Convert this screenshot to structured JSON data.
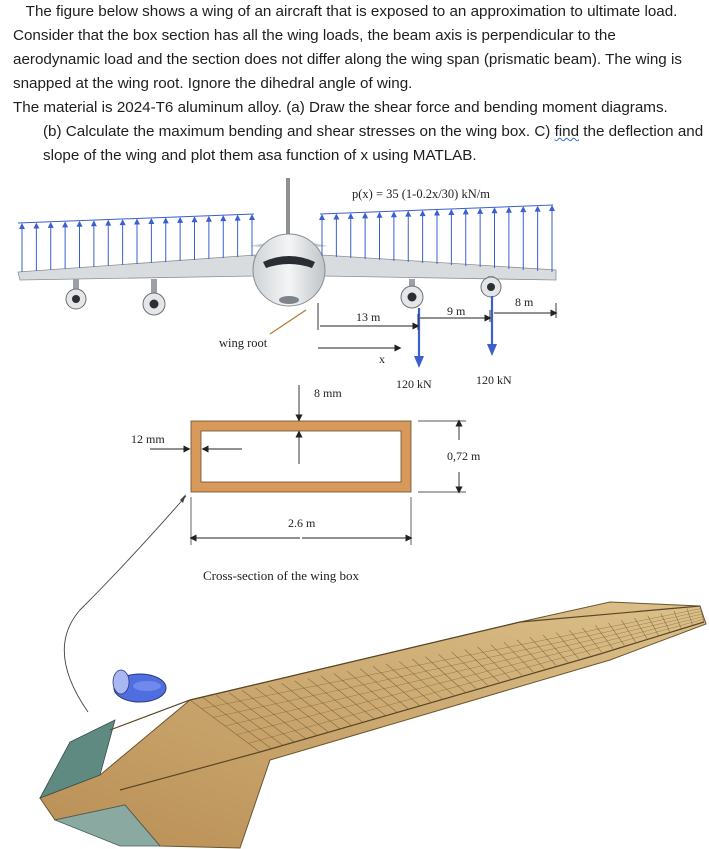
{
  "problem": {
    "paragraph1": "The figure below shows a wing of an aircraft that is exposed to an approximation to ultimate load. Consider that the box section has all the wing loads, the beam axis is perpendicular to the aerodynamic load and the section does not differ along the wing span (prismatic beam). The wing is snapped at the wing root. Ignore the dihedral angle of wing.",
    "paragraph2": "The material is 2024-T6 aluminum alloy. (a) Draw the shear force and bending moment diagrams.",
    "paragraph3_before": "(b) Calculate the maximum bending and shear stresses on the wing box. C) ",
    "paragraph3_find": "find",
    "paragraph3_after": " the deflection and slope of the wing and plot them asa function of x using MATLAB."
  },
  "figure": {
    "load_equation": "p(x) = 35 (1-0.2x/30) kN/m",
    "wing_root_label": "wing root",
    "x_label": "x",
    "dim_13m": "13 m",
    "dim_9m": "9 m",
    "dim_8m": "8 m",
    "engine_load_1": "120 kN",
    "engine_load_2": "120 kN",
    "cross_section": {
      "thickness_top": "8 mm",
      "thickness_side": "12 mm",
      "height": "0,72 m",
      "width": "2.6 m",
      "caption": "Cross-section of the wing box"
    },
    "colors": {
      "box": "#d89a5a",
      "load_arrows": "#3b5fcf",
      "wing_skin": "#c9a56a",
      "engine": "#4f6ee0"
    }
  }
}
